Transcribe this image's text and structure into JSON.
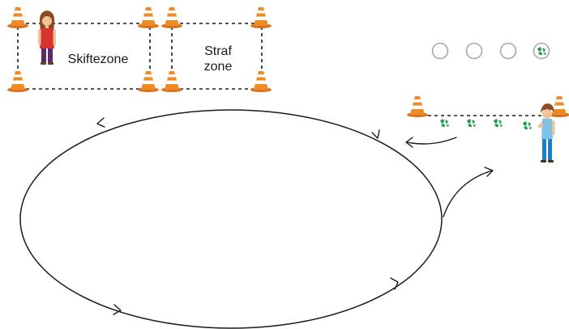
{
  "zones": {
    "switch_zone": {
      "label": "Skiftezone"
    },
    "penalty_zone": {
      "line1": "Straf",
      "line2": "zone"
    }
  },
  "indicators": {
    "total": 4,
    "filled": 1,
    "empty_color": "#a8a8a8",
    "filled_color": "#1a9a45"
  },
  "icons": [
    "traffic-cone-icon",
    "girl-figure-icon",
    "boy-figure-icon",
    "ball-icon",
    "flow-arrow-icon"
  ],
  "colors": {
    "cone": "#f08a24",
    "cone_stripe": "#ffffff",
    "line": "#1a1a1a",
    "ball": "#1a9a45"
  }
}
